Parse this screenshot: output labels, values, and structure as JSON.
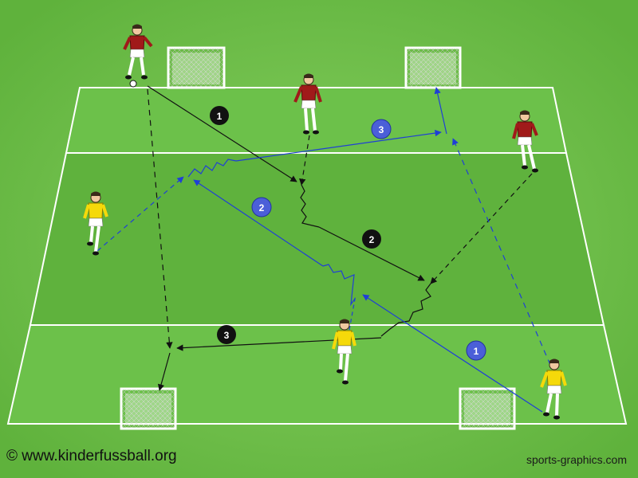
{
  "credits": {
    "left": "© www.kinderfussball.org",
    "right": "sports-graphics.com"
  },
  "colors": {
    "grass_dark": "#5cae3a",
    "grass_light": "#7cc857",
    "lines": "#ffffff",
    "red_team": "#a01a1a",
    "yellow_team": "#f5d90a",
    "black_path": "#111111",
    "blue_path": "#1f3fd6",
    "blue_marker": "#4b5fd8"
  },
  "black_markers": [
    "1",
    "2",
    "3"
  ],
  "blue_markers": [
    "1",
    "2",
    "3"
  ]
}
